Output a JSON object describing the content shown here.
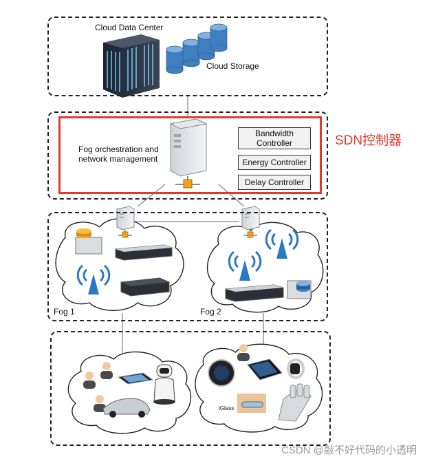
{
  "cloud_layer": {
    "datacenter_label": "Cloud Data Center",
    "storage_label": "Cloud Storage"
  },
  "fog_controller_layer": {
    "orchestration_label": "Fog orchestration and\nnetwork management",
    "controllers": [
      "Bandwidth Controller",
      "Energy Controller",
      "Delay Controller"
    ]
  },
  "sdn_label": "SDN控制器",
  "fog_layer": {
    "fog1_label": "Fog 1",
    "fog2_label": "Fog 2"
  },
  "device_layer": {
    "iglass_label": "iGlass"
  },
  "watermark": "CSDN @敲不好代码的小透明",
  "colors": {
    "sdn_red": "#e23a2a",
    "storage_blue": "#3f7fbf",
    "wifi_blue": "#2a78c8"
  }
}
